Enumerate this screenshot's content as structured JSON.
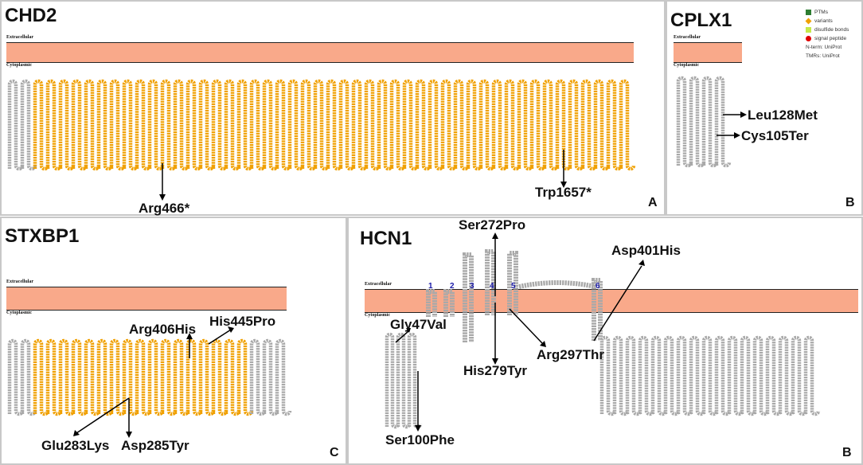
{
  "panels": {
    "chd2": {
      "title": "CHD2",
      "letter": "A",
      "extracellular": "Extracellular",
      "cytoplasmic": "Cytoplasmic",
      "mutations": [
        "Arg466*",
        "Trp1657*"
      ]
    },
    "cplx1": {
      "title": "CPLX1",
      "letter": "B",
      "extracellular": "Extracellular",
      "cytoplasmic": "Cytoplasmic",
      "mutations": [
        "Leu128Met",
        "Cys105Ter"
      ]
    },
    "stxbp1": {
      "title": "STXBP1",
      "letter": "C",
      "extracellular": "Extracellular",
      "cytoplasmic": "Cytoplasmic",
      "mutations": [
        "Arg406His",
        "His445Pro",
        "Glu283Lys",
        "Asp285Tyr"
      ]
    },
    "hcn1": {
      "title": "HCN1",
      "letter": "B",
      "extracellular": "Extracellular",
      "cytoplasmic": "Cytoplasmic",
      "mutations": [
        "Ser272Pro",
        "Asp401His",
        "Gly47Val",
        "His279Tyr",
        "Arg297Thr",
        "Ser100Phe"
      ],
      "helix_numbers": [
        "1",
        "2",
        "3",
        "4",
        "5",
        "6"
      ]
    }
  },
  "legend": {
    "items": [
      {
        "label": "PTMs",
        "color": "#2e7d32",
        "shape": "square"
      },
      {
        "label": "variants",
        "color": "#f0a000",
        "shape": "diamond"
      },
      {
        "label": "disulfide bonds",
        "color": "#c6e94a",
        "shape": "square"
      },
      {
        "label": "signal peptide",
        "color": "#e00000",
        "shape": "circle"
      }
    ],
    "notes": [
      "N-term: UniProt",
      "TMRs: UniProt"
    ]
  },
  "colors": {
    "membrane": "#f9a98a",
    "residue_gray": "#a9a9a9",
    "residue_orange": "#f0a000",
    "helix_label": "#1a1aa8",
    "border": "#c8c8c8"
  }
}
